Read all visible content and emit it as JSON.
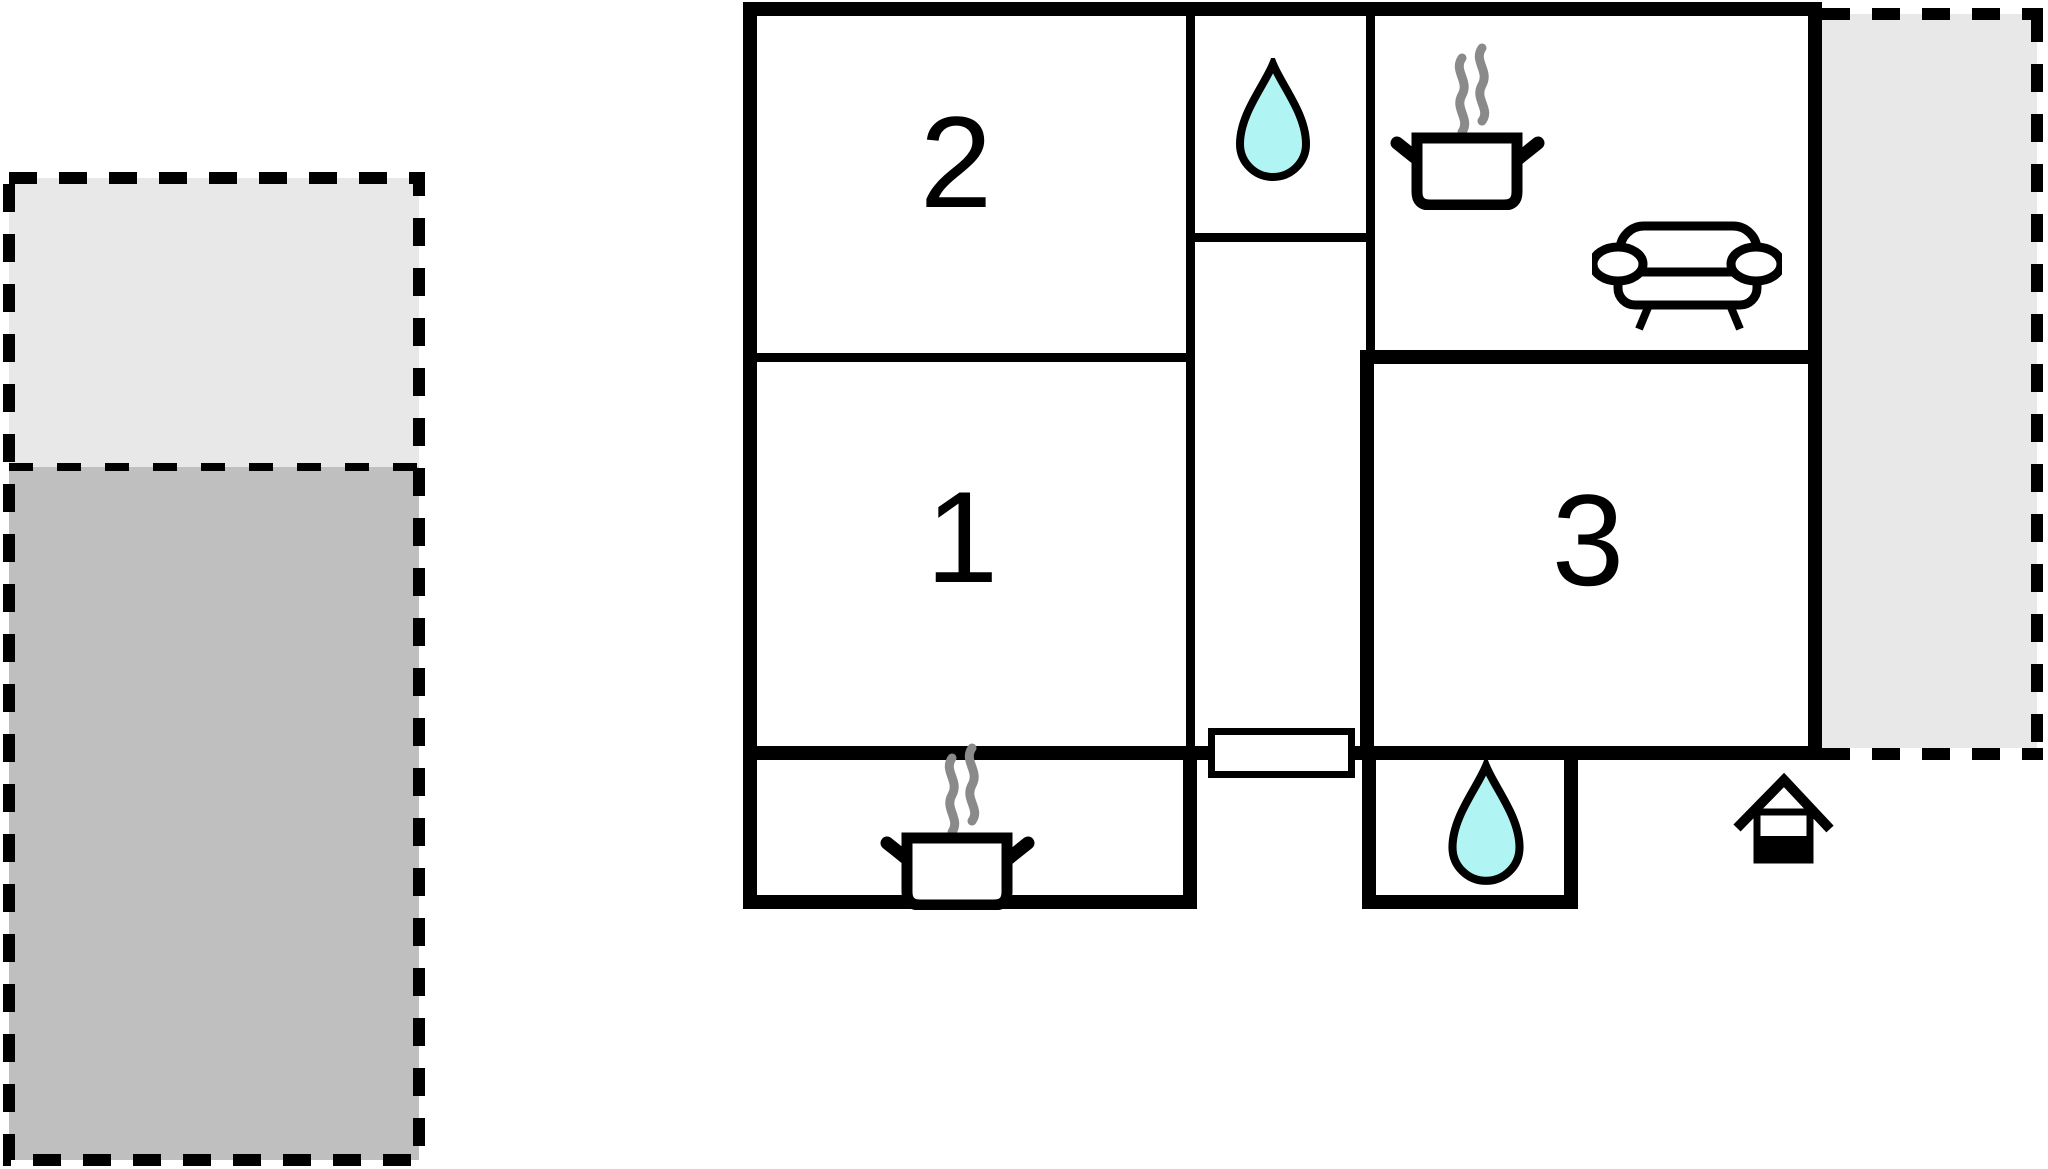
{
  "figure": {
    "type": "floor-plan",
    "room_labels": [
      {
        "id": "room-1",
        "text": "1"
      },
      {
        "id": "room-2",
        "text": "2"
      },
      {
        "id": "room-3",
        "text": "3"
      }
    ],
    "icons": [
      {
        "name": "water-drop-icon",
        "area": "small room top-center"
      },
      {
        "name": "water-drop-icon",
        "area": "small room bottom-center"
      },
      {
        "name": "cooking-pot-icon",
        "area": "top-right room"
      },
      {
        "name": "cooking-pot-icon",
        "area": "bottom-left room"
      },
      {
        "name": "sofa-icon",
        "area": "top-right room"
      },
      {
        "name": "house-icon",
        "area": "outside bottom-right"
      }
    ],
    "outdoor_areas": [
      {
        "name": "left-terrace-upper",
        "fill": "light-gray",
        "border": "dashed"
      },
      {
        "name": "left-terrace-lower",
        "fill": "dark-gray",
        "border": "dashed"
      },
      {
        "name": "right-terrace",
        "fill": "light-gray",
        "border": "dashed"
      }
    ]
  },
  "colors": {
    "wall": "#000000",
    "water": "#b0f5f4",
    "steam": "#8a8a8a",
    "terrace_light": "#e8e8e8",
    "terrace_dark": "#bfbfbf",
    "background": "#ffffff"
  }
}
